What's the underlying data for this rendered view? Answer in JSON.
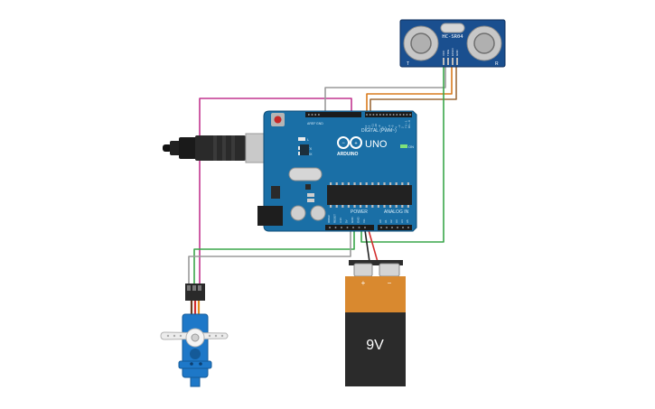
{
  "sensor": {
    "model": "HC-SR04",
    "left_mark": "T",
    "right_mark": "R",
    "pins": [
      "VCC",
      "TRIG",
      "ECHO",
      "GND"
    ]
  },
  "arduino": {
    "model": "UNO",
    "brand": "ARDUINO",
    "digital_label": "DIGITAL (PWM~)",
    "power_label": "POWER",
    "analog_label": "ANALOG IN",
    "led_on": "ON",
    "led_tx": "TX",
    "led_rx": "RX",
    "led_l": "L",
    "aref": "AREF",
    "gnd": "GND",
    "top_pins": [
      "13",
      "12",
      "~11",
      "~10",
      "~9",
      "8",
      "7",
      "~6",
      "~5",
      "4",
      "~3",
      "2",
      "TX→1",
      "RX←0"
    ],
    "power_pins": [
      "IOREF",
      "RESET",
      "3.3V",
      "5V",
      "GND",
      "GND",
      "Vin"
    ],
    "analog_pins": [
      "A0",
      "A1",
      "A2",
      "A3",
      "A4",
      "A5"
    ]
  },
  "battery": {
    "label": "9V",
    "plus": "+",
    "minus": "−"
  },
  "colors": {
    "board": "#1a6fa6",
    "sensor": "#1a4f8f",
    "wire_pink": "#c2358f",
    "wire_gray": "#9a9a9a",
    "wire_orange": "#d97a1c",
    "wire_brown": "#9c6a3a",
    "wire_green": "#3aa64a",
    "wire_red": "#d32f2f",
    "wire_black": "#222222",
    "servo": "#1e78c8",
    "battery_top": "#d9892f",
    "battery_body": "#2b2b2b"
  }
}
